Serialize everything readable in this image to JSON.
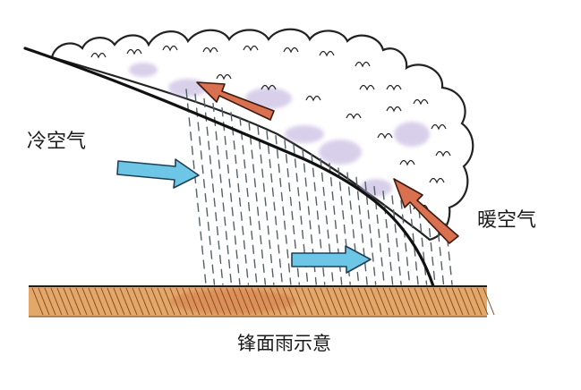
{
  "labels": {
    "cold_air": "冷空气",
    "warm_air": "暖空气",
    "caption": "锋面雨示意"
  },
  "colors": {
    "cold_arrow": "#6ec6e6",
    "warm_arrow": "#d9704f",
    "ground": "#e2a86a",
    "ground_hatch": "#8a4a1e",
    "rain": "#556066",
    "cloud_outline": "#222222",
    "cloud_shade": "#b9a9d9"
  },
  "icons": {
    "cold_arrow": "arrow-right-icon",
    "warm_arrow": "arrow-up-left-icon"
  }
}
